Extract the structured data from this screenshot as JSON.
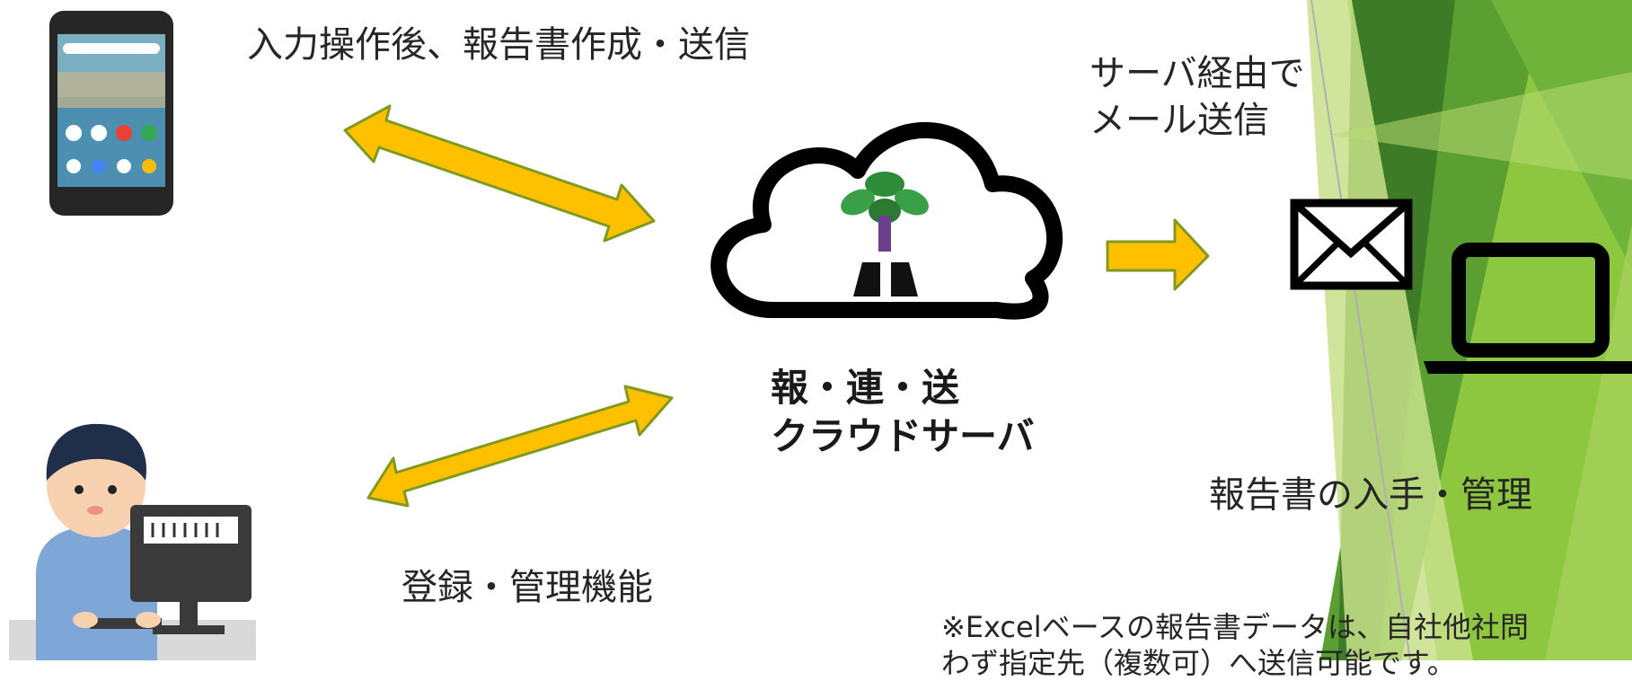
{
  "diagram": {
    "labels": {
      "input_report": "入力操作後、報告書作成・送信",
      "mail_via_server": [
        "サーバ経由で",
        "メール送信"
      ],
      "server_name": [
        "報・連・送",
        "クラウドサーバ"
      ],
      "register_manage": "登録・管理機能",
      "receive_manage": "報告書の入手・管理",
      "footnote": [
        "※Excelベースの報告書データは、自社他社問",
        "わず指定先（複数可）へ送信可能です。"
      ]
    },
    "icons": {
      "smartphone": "smartphone-icon",
      "cloud": "cloud-icon",
      "mascot": "mascot-icon",
      "mail": "envelope-icon",
      "laptop": "laptop-icon",
      "operator": "person-at-pc-icon"
    },
    "colors": {
      "arrow_fill": "#FFC000",
      "arrow_stroke": "#7F9A1E",
      "accent_green": "#8DC63F",
      "dark_green": "#3E7B27",
      "light_green": "#D6E9A8"
    }
  }
}
